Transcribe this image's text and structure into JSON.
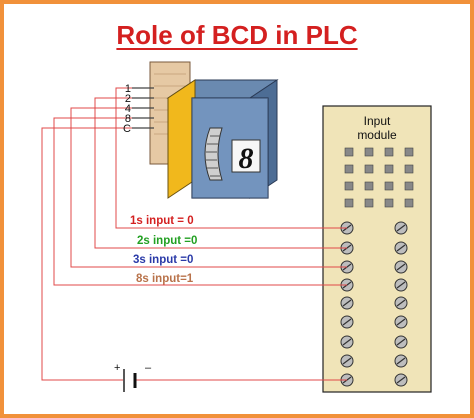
{
  "title": "Role of BCD in PLC",
  "switch": {
    "pins": [
      "1",
      "2",
      "4",
      "8",
      "C"
    ],
    "digit": "8"
  },
  "module": {
    "label_line1": "Input",
    "label_line2": "module"
  },
  "wire_labels": [
    {
      "text": "1s input = 0",
      "color": "#d42020"
    },
    {
      "text": "2s input =0",
      "color": "#22a022"
    },
    {
      "text": "3s input =0",
      "color": "#2a3aa8"
    },
    {
      "text": "8s input=1",
      "color": "#b8724a"
    }
  ],
  "battery": {
    "plus": "+",
    "minus": "–"
  },
  "colors": {
    "title": "#d42020",
    "frame": "#f1913a",
    "wire_red": "#e04848",
    "module_bg": "#f0e4b8"
  }
}
